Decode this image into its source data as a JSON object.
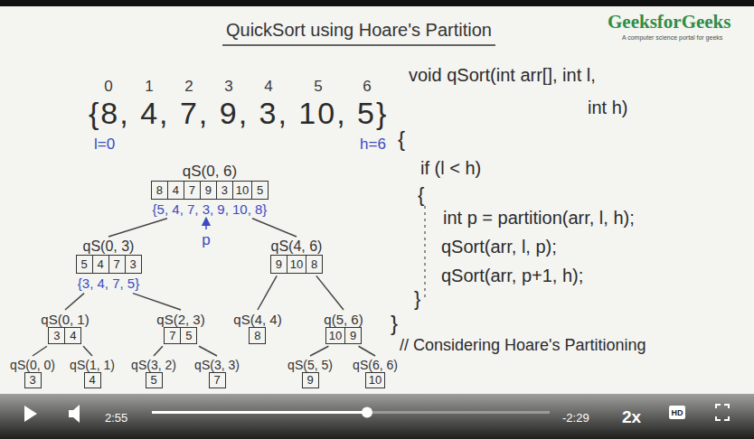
{
  "diagram": {
    "title": "QuickSort using Hoare's Partition",
    "nodes": [
      {
        "text": [
          "qS(0, 6)",
          "8",
          "4",
          "7",
          "9",
          "3",
          "10",
          "5",
          "{5, 4, 7, 3, 9, 10, 8}"
        ]
      },
      {
        "text": [
          "qS(0, 3)",
          "5",
          "4",
          "7",
          "3",
          "{3, 4, 7, 5}"
        ]
      },
      {
        "text": [
          "qS(4, 6)",
          "9",
          "10",
          "8"
        ]
      },
      {
        "text": [
          "qS(0, 1)",
          "3",
          "4"
        ]
      },
      {
        "text": [
          "qS(2, 3)",
          "7",
          "5"
        ]
      },
      {
        "text": [
          "qS(4, 4)",
          "8"
        ]
      },
      {
        "text": [
          "q(5, 6)",
          "10",
          "9"
        ]
      },
      {
        "text": [
          "qS(0, 0)",
          "3"
        ]
      },
      {
        "text": [
          "qS(1, 1)",
          "4"
        ]
      },
      {
        "text": [
          "qS(3, 2)",
          "5"
        ]
      },
      {
        "text": [
          "qS(3, 3)",
          "7"
        ]
      },
      {
        "text": [
          "qS(5, 5)",
          "9"
        ]
      },
      {
        "text": [
          "qS(6, 6)",
          "10"
        ]
      }
    ],
    "edges": [
      {
        "from": 0,
        "to": 1,
        "arrow": "none"
      },
      {
        "from": 0,
        "to": 2,
        "arrow": "none"
      },
      {
        "from": 1,
        "to": 3,
        "arrow": "none"
      },
      {
        "from": 1,
        "to": 4,
        "arrow": "none"
      },
      {
        "from": 2,
        "to": 5,
        "arrow": "none"
      },
      {
        "from": 2,
        "to": 6,
        "arrow": "none"
      },
      {
        "from": 3,
        "to": 7,
        "arrow": "none"
      },
      {
        "from": 3,
        "to": 8,
        "arrow": "none"
      },
      {
        "from": 4,
        "to": 9,
        "arrow": "none"
      },
      {
        "from": 4,
        "to": 10,
        "arrow": "none"
      },
      {
        "from": 6,
        "to": 11,
        "arrow": "none"
      },
      {
        "from": 6,
        "to": 12,
        "arrow": "none"
      }
    ],
    "labels": [
      "GeeksforGeeks",
      "A computer science portal for geeks",
      "0",
      "1",
      "2",
      "3",
      "4",
      "5",
      "6",
      "{8, 4, 7, 9, 3, 10, 5}",
      "l=0",
      "h=6",
      "void qSort(int arr[], int l,",
      "int h)",
      "{",
      "if (l < h)",
      "{",
      "int p = partition(arr, l, h);",
      "qSort(arr, l, p);",
      "qSort(arr, p+1, h);",
      "}",
      "}",
      "// Considering Hoare's Partitioning",
      "p",
      "2:55",
      "-2:29",
      "2x",
      "HD"
    ]
  }
}
